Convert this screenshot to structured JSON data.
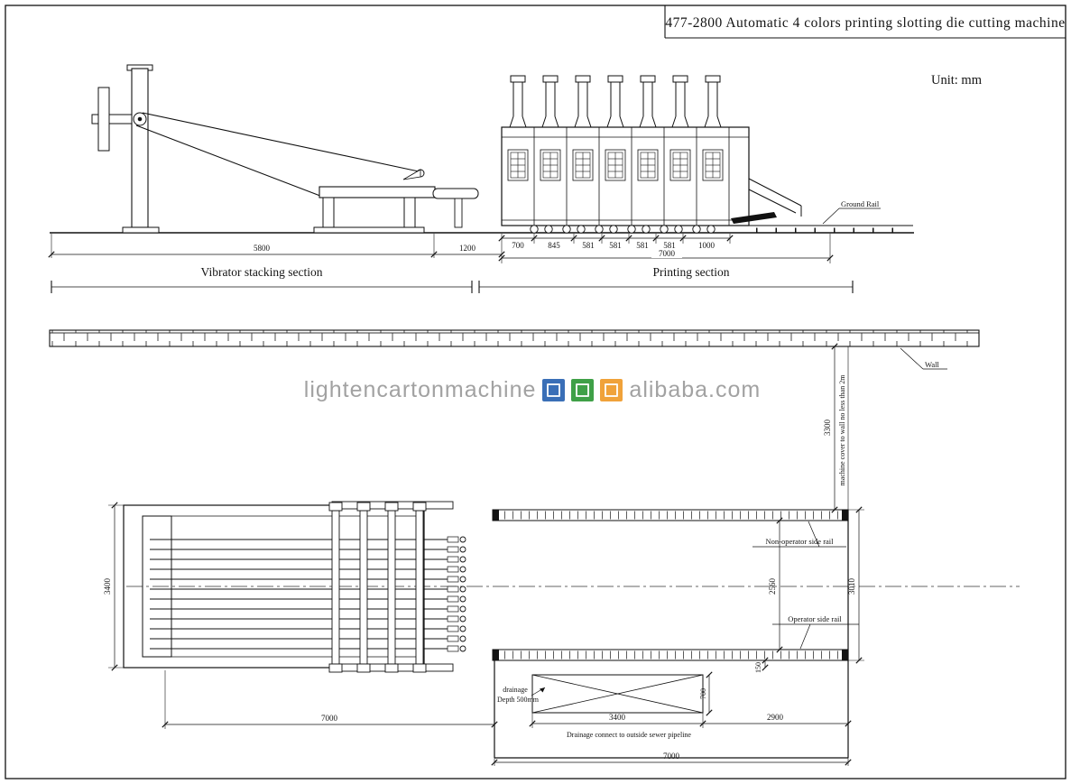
{
  "page": {
    "title": "477-2800 Automatic 4 colors printing slotting die cutting machine",
    "unit_label": "Unit: mm"
  },
  "elevation": {
    "section_labels": {
      "vibrator": "Vibrator stacking section",
      "printing": "Printing section"
    },
    "ground_rail_label": "Ground Rail",
    "dims": {
      "vibrator_length": "5800",
      "gap": "1200",
      "segments": [
        "700",
        "845",
        "581",
        "581",
        "581",
        "581",
        "1000"
      ],
      "printing_total": "7000"
    }
  },
  "wall_label": "Wall",
  "watermark": {
    "prefix": "lightencartonmachine",
    "suffix": "alibaba.com",
    "block_colors": [
      "#3a6fb7",
      "#3fa047",
      "#f0a23a"
    ]
  },
  "plan": {
    "labels": {
      "non_operator_rail": "Non-operator side rail",
      "operator_rail": "Operator side rail",
      "clearance_note": "machine cover to wall no less than 2m",
      "drainage": "drainage",
      "drainage_depth": "Depth 500mm",
      "drainage_note": "Drainage connect to outside sewer pipeline"
    },
    "dims": {
      "stacker_width": "3400",
      "stacker_length": "7000",
      "rail_inner_span": "2560",
      "rail_outer_span": "3010",
      "wall_clearance": "3300",
      "rail_to_pit": "150",
      "pit_width": "700",
      "pit_length": "3400",
      "pit_to_edge": "2900",
      "foundation_length": "7000"
    }
  }
}
